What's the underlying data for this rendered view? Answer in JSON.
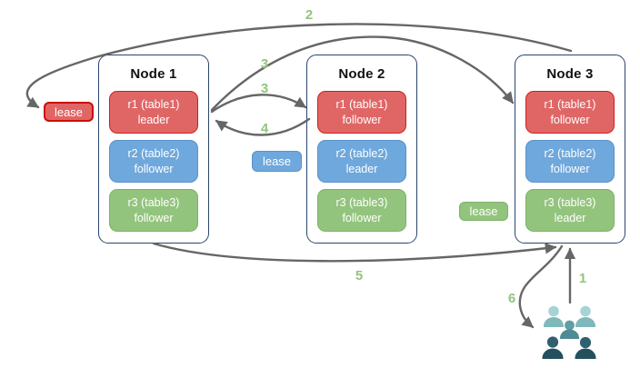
{
  "diagram": {
    "nodes": [
      {
        "title": "Node 1",
        "replicas": [
          {
            "label": "r1 (table1)\nleader",
            "color": "red"
          },
          {
            "label": "r2 (table2)\nfollower",
            "color": "blue"
          },
          {
            "label": "r3 (table3)\nfollower",
            "color": "green"
          }
        ]
      },
      {
        "title": "Node 2",
        "replicas": [
          {
            "label": "r1 (table1)\nfollower",
            "color": "red"
          },
          {
            "label": "r2 (table2)\nleader",
            "color": "blue"
          },
          {
            "label": "r3 (table3)\nfollower",
            "color": "green"
          }
        ]
      },
      {
        "title": "Node 3",
        "replicas": [
          {
            "label": "r1 (table1)\nfollower",
            "color": "red"
          },
          {
            "label": "r2 (table2)\nfollower",
            "color": "blue"
          },
          {
            "label": "r3 (table3)\nleader",
            "color": "green"
          }
        ]
      }
    ],
    "leases": [
      {
        "label": "lease",
        "color": "red"
      },
      {
        "label": "lease",
        "color": "blue"
      },
      {
        "label": "lease",
        "color": "green"
      }
    ],
    "flow_labels": [
      "1",
      "2",
      "3",
      "3",
      "4",
      "5",
      "6"
    ],
    "icons": [
      "users-icon",
      "arrow-icon"
    ],
    "colors": {
      "red_fill": "#e06666",
      "red_border": "#cc0c06",
      "blue_fill": "#6fa8dc",
      "blue_border": "#5a92c8",
      "green_fill": "#93c47d",
      "green_border": "#7db167",
      "node_border": "#28456e",
      "arrow": "#666666",
      "flow_label": "#93c47d",
      "users_light": "#a6d4d6",
      "users_mid": "#548f98",
      "users_dark": "#295564"
    }
  }
}
